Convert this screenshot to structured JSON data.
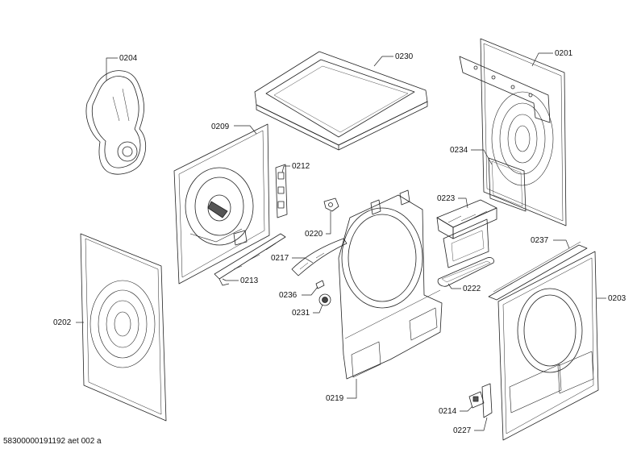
{
  "diagram": {
    "footer_code": "58300000191192 aet 002 a",
    "parts": [
      {
        "id": "p0204",
        "label": "0204"
      },
      {
        "id": "p0230",
        "label": "0230"
      },
      {
        "id": "p0201",
        "label": "0201"
      },
      {
        "id": "p0209",
        "label": "0209"
      },
      {
        "id": "p0212",
        "label": "0212"
      },
      {
        "id": "p0234",
        "label": "0234"
      },
      {
        "id": "p0223",
        "label": "0223"
      },
      {
        "id": "p0220",
        "label": "0220"
      },
      {
        "id": "p0237",
        "label": "0237"
      },
      {
        "id": "p0217",
        "label": "0217"
      },
      {
        "id": "p0213",
        "label": "0213"
      },
      {
        "id": "p0222",
        "label": "0222"
      },
      {
        "id": "p0236",
        "label": "0236"
      },
      {
        "id": "p0203",
        "label": "0203"
      },
      {
        "id": "p0231",
        "label": "0231"
      },
      {
        "id": "p0202",
        "label": "0202"
      },
      {
        "id": "p0219",
        "label": "0219"
      },
      {
        "id": "p0214",
        "label": "0214"
      },
      {
        "id": "p0227",
        "label": "0227"
      }
    ]
  }
}
